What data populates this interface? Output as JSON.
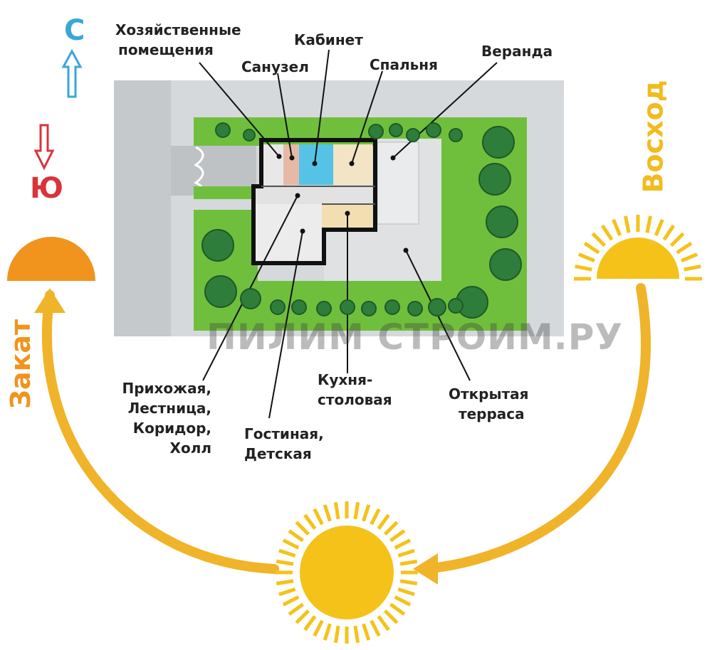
{
  "compass": {
    "north": "С",
    "south": "Ю"
  },
  "sun": {
    "sunrise": "Восход",
    "sunset": "Закат"
  },
  "labels": {
    "utility": [
      "Хозяйственные",
      "помещения"
    ],
    "bathroom": "Санузел",
    "study": "Кабинет",
    "bedroom": "Спальня",
    "veranda": "Веранда",
    "hallway": [
      "Прихожая,",
      "Лестница,",
      "Коридор,",
      "Холл"
    ],
    "living": [
      "Гостиная,",
      "Детская"
    ],
    "kitchen": [
      "Кухня-",
      "столовая"
    ],
    "terrace": [
      "Открытая",
      "терраса"
    ]
  },
  "watermark": "ПИЛИМ СТРОИМ.РУ",
  "colors": {
    "north": "#3aa6d8",
    "south": "#d8343a",
    "sunrise": "#f2bb1e",
    "sunset": "#f0941e",
    "sun": "#f5c21a",
    "arc": "#f0b42a",
    "lawn": "#6fbf3c",
    "tree": "#2f7d3a",
    "site": "#d6d9dc",
    "wall": "#111111",
    "study_room": "#55c3e6",
    "bathroom_room": "#e6b9a6",
    "bedroom_room": "#f2e4c4",
    "kitchen_room": "#f2deb0"
  },
  "icons": [
    "north-arrow-icon",
    "south-arrow-icon",
    "rising-sun-icon",
    "setting-sun-icon",
    "noon-sun-icon",
    "sun-path-arrow-icon"
  ]
}
